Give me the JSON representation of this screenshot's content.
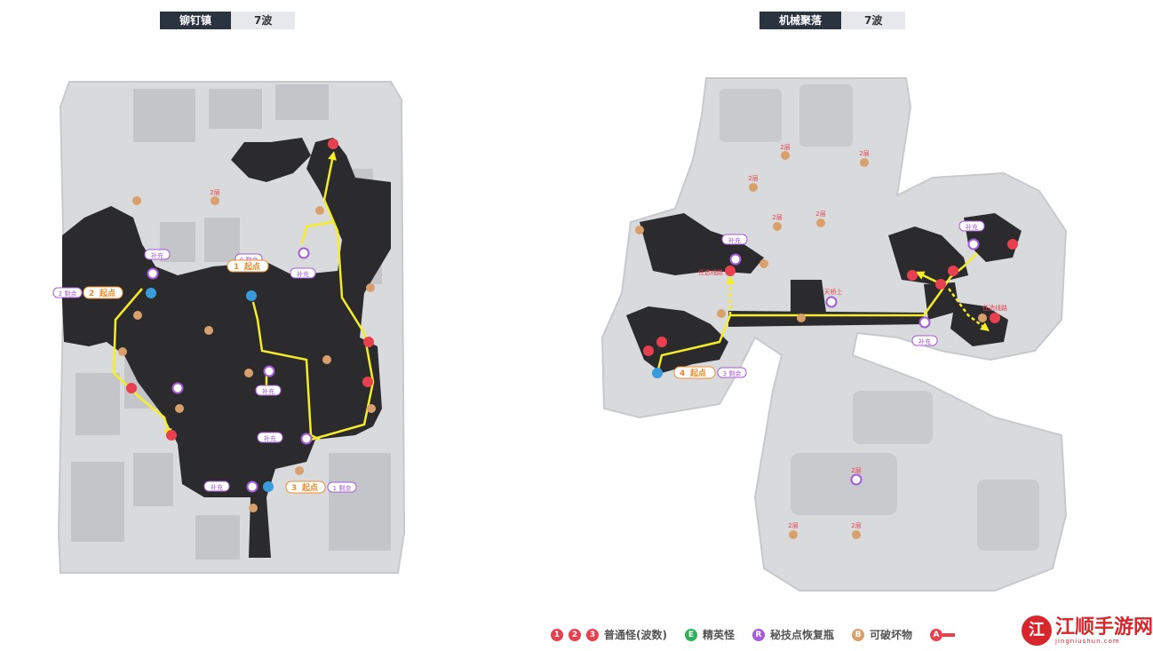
{
  "maps": {
    "left": {
      "name": "铆钉镇",
      "waves": "7波"
    },
    "right": {
      "name": "机械聚落",
      "waves": "7波"
    }
  },
  "labels": {
    "start": "起点",
    "remaining": "剩余",
    "supply": "补充",
    "floor2": "2层",
    "optional": "任选线路",
    "bridge": "天桥上"
  },
  "left_starts": [
    {
      "n": "1",
      "text": "起点",
      "rem": "0 剩余"
    },
    {
      "n": "2",
      "text": "起点",
      "rem": "2 剩余"
    },
    {
      "n": "3",
      "text": "起点",
      "rem": "1 剩余"
    }
  ],
  "right_starts": [
    {
      "n": "4",
      "text": "起点",
      "rem": "3 剩余"
    }
  ],
  "legend": {
    "wave_nums": [
      "1",
      "2",
      "3"
    ],
    "normal": "普通怪(波数)",
    "elite_icon": "E",
    "elite": "精英怪",
    "tech_icon": "R",
    "tech": "秘技点恢复瓶",
    "break_icon": "B",
    "breakable": "可破坏物",
    "path_icon": "A"
  },
  "watermark": {
    "logo": "江",
    "title": "江顺手游网",
    "url": "jingniushun.com"
  },
  "colors": {
    "floor_dark": "#2b2b2e",
    "map_light": "#d9dadc",
    "path_yellow": "#f5ec2a",
    "enemy_red": "#e8404e",
    "tech_purple": "#a45cd8",
    "break_brown": "#d9a06c",
    "start_orange": "#f08a2c"
  }
}
